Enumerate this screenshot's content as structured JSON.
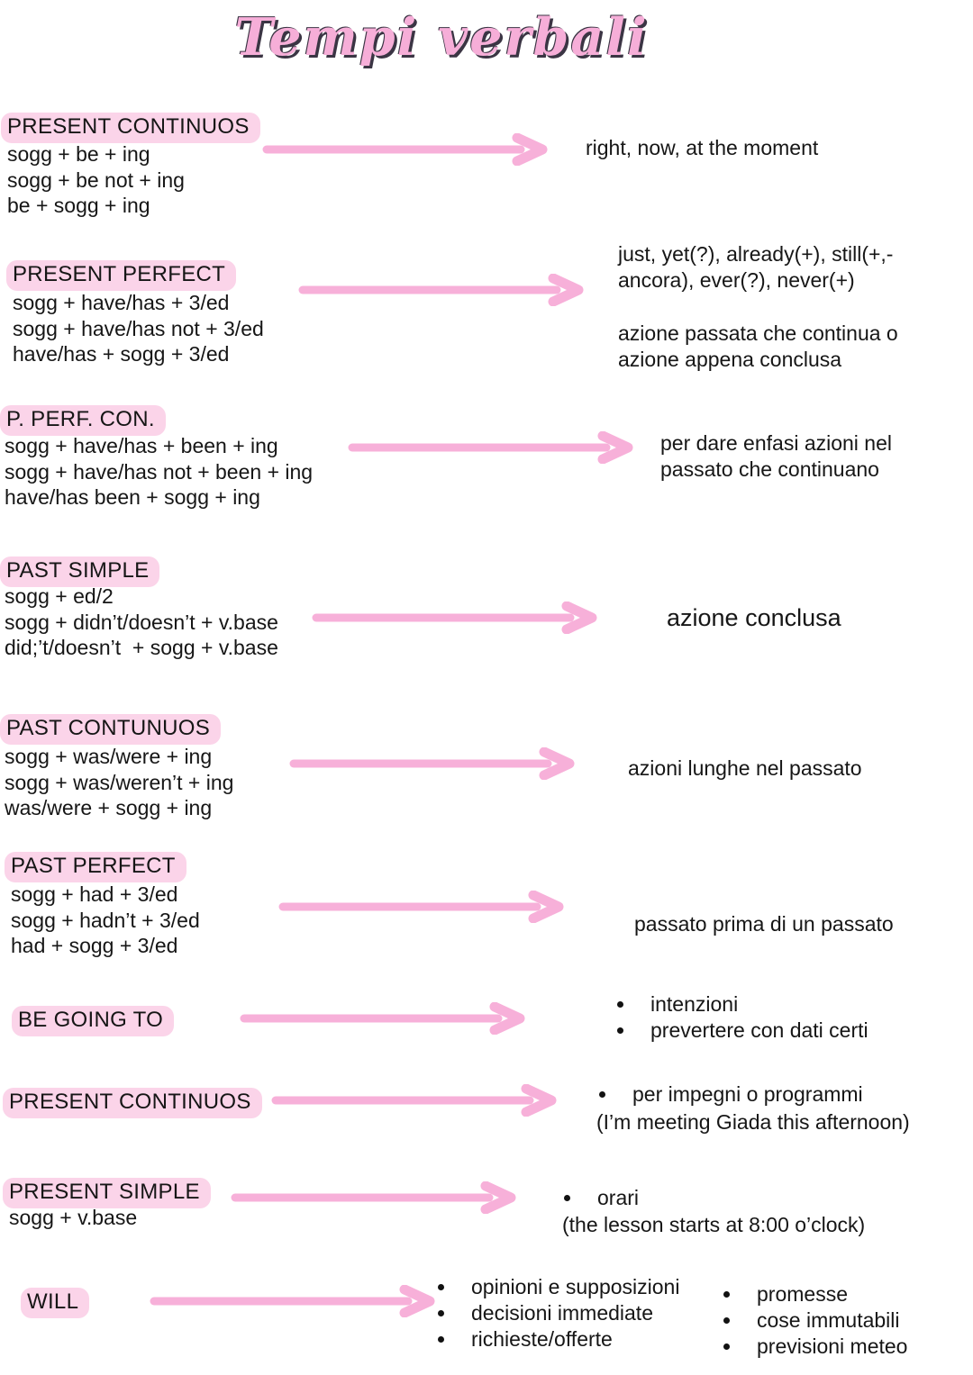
{
  "title": "Tempi verbali",
  "colors": {
    "highlight": "#fbd4e9",
    "arrow": "#f7b0d9",
    "title_pink": "#f6aed8",
    "text": "#161616"
  },
  "sections": [
    {
      "heading": "PRESENT CONTINUOS",
      "forms": [
        "sogg + be + ing",
        "sogg + be not + ing",
        "be + sogg + ing"
      ],
      "usage": [
        "right, now, at the moment"
      ]
    },
    {
      "heading": "PRESENT PERFECT",
      "forms": [
        "sogg + have/has + 3/ed",
        "sogg + have/has not + 3/ed",
        "have/has + sogg + 3/ed"
      ],
      "adverbs": [
        "just, yet(?), already(+), still(+,-",
        "ancora), ever(?), never(+)"
      ],
      "usage": [
        "azione passata che continua o",
        "azione appena conclusa"
      ]
    },
    {
      "heading": "P. PERF. CON.",
      "forms": [
        "sogg + have/has + been + ing",
        "sogg + have/has not + been + ing",
        "have/has been + sogg + ing"
      ],
      "usage": [
        "per dare enfasi azioni nel",
        "passato che continuano"
      ]
    },
    {
      "heading": "PAST SIMPLE",
      "forms": [
        "sogg + ed/2",
        "sogg + didn’t/doesn’t + v.base",
        "did;’t/doesn’t  + sogg + v.base"
      ],
      "usage": [
        "azione conclusa"
      ]
    },
    {
      "heading": "PAST CONTUNUOS",
      "forms": [
        "sogg + was/were + ing",
        "sogg + was/weren’t + ing",
        "was/were + sogg + ing"
      ],
      "usage": [
        "azioni lunghe nel passato"
      ]
    },
    {
      "heading": "PAST PERFECT",
      "forms": [
        "sogg + had + 3/ed",
        "sogg + hadn’t + 3/ed",
        "had + sogg + 3/ed"
      ],
      "usage": [
        "passato prima di un passato"
      ]
    },
    {
      "heading": "BE GOING TO",
      "bullets": [
        "intenzioni",
        "prevertere con dati certi"
      ]
    },
    {
      "heading": "PRESENT CONTINUOS",
      "bullets": [
        "per impegni o programmi"
      ],
      "example": "(I’m meeting Giada this afternoon)"
    },
    {
      "heading": "PRESENT SIMPLE",
      "forms": [
        "sogg + v.base"
      ],
      "bullets": [
        "orari"
      ],
      "example": "(the lesson starts at 8:00 o’clock)"
    },
    {
      "heading": "WILL",
      "bullets": [
        "opinioni e supposizioni",
        "decisioni immediate",
        "richieste/offerte"
      ],
      "bullets2": [
        "promesse",
        "cose immutabili",
        "previsioni meteo"
      ]
    }
  ]
}
